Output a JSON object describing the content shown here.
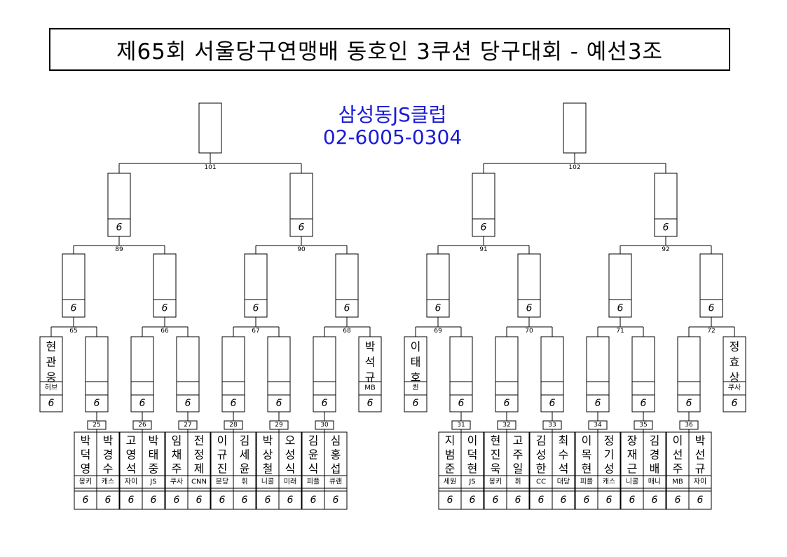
{
  "title": "제65회 서울당구연맹배 동호인 3쿠션 당구대회 - 예선3조",
  "club": {
    "name": "삼성동JS클럽",
    "phone": "02-6005-0304"
  },
  "handicap": "6",
  "match_labels": {
    "final": [
      "101",
      "102"
    ],
    "semi": [
      "89",
      "90",
      "91",
      "92"
    ],
    "quarter": [
      "65",
      "66",
      "67",
      "68",
      "69",
      "70",
      "71",
      "72"
    ],
    "first": [
      "25",
      "26",
      "27",
      "28",
      "29",
      "30",
      "31",
      "32",
      "33",
      "34",
      "35",
      "36"
    ]
  },
  "byes": [
    {
      "name": "현관웅",
      "club": "허브"
    },
    {
      "name": "박석규",
      "club": "MB"
    },
    {
      "name": "이태호",
      "club": "퀸"
    },
    {
      "name": "정효상",
      "club": "쿠사"
    }
  ],
  "players": [
    {
      "name": "박덕영",
      "club": "몽키"
    },
    {
      "name": "박경수",
      "club": "캐스"
    },
    {
      "name": "고영석",
      "club": "자이"
    },
    {
      "name": "박태중",
      "club": "JS"
    },
    {
      "name": "임채주",
      "club": "쿠사"
    },
    {
      "name": "전정제",
      "club": "CNN"
    },
    {
      "name": "이규진",
      "club": "분당"
    },
    {
      "name": "김세윤",
      "club": "휘"
    },
    {
      "name": "박상철",
      "club": "니콜"
    },
    {
      "name": "오성식",
      "club": "미래"
    },
    {
      "name": "김윤식",
      "club": "피플"
    },
    {
      "name": "심홍섭",
      "club": "큐랜"
    },
    {
      "name": "지범준",
      "club": "세원"
    },
    {
      "name": "이덕현",
      "club": "JS"
    },
    {
      "name": "현진욱",
      "club": "몽키"
    },
    {
      "name": "고주일",
      "club": "휘"
    },
    {
      "name": "김성한",
      "club": "CC"
    },
    {
      "name": "최수석",
      "club": "대당"
    },
    {
      "name": "이목현",
      "club": "피플"
    },
    {
      "name": "정기성",
      "club": "캐스"
    },
    {
      "name": "장재근",
      "club": "니콜"
    },
    {
      "name": "김경배",
      "club": "매니"
    },
    {
      "name": "이선주",
      "club": "MB"
    },
    {
      "name": "박선규",
      "club": "자이"
    }
  ]
}
